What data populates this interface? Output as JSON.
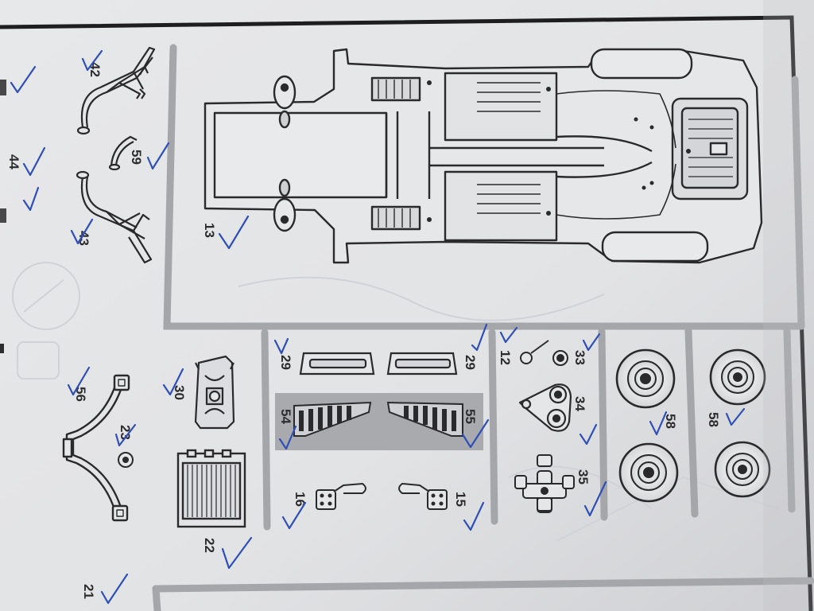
{
  "sheet": {
    "paper_color": "#e3e4e6",
    "ink_color": "#2a2a2c",
    "frame_color": "#a6a8ab",
    "check_color": "#2e4fb8",
    "part_numbers": {
      "p42": "42",
      "p44": "44",
      "p59": "59",
      "p43": "43",
      "p13": "13",
      "p56": "56",
      "p23": "23",
      "p30": "30",
      "p22": "22",
      "p21": "21",
      "p29a": "29",
      "p29b": "29",
      "p54": "54",
      "p55": "55",
      "p16": "16",
      "p15": "15",
      "p12": "12",
      "p33": "33",
      "p34": "34",
      "p35": "35",
      "p58a": "58",
      "p58b": "58"
    }
  }
}
